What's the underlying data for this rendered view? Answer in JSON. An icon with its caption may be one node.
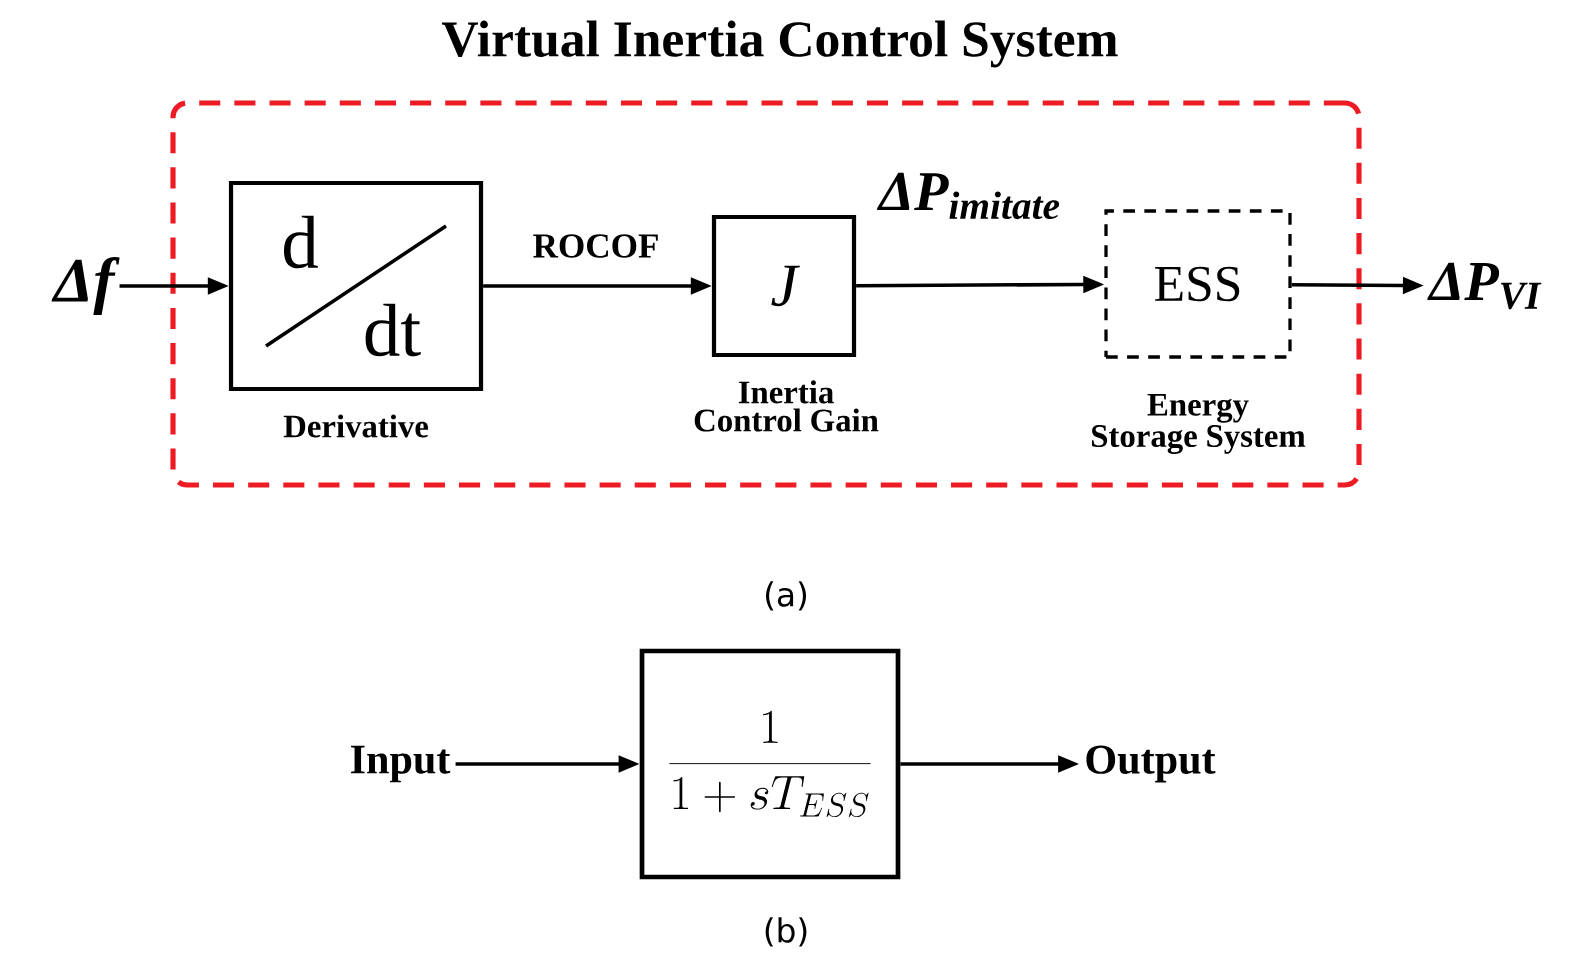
{
  "diagram": {
    "nodes": [
      {
        "text": [
          "Virtual Inertia Control System"
        ]
      },
      {
        "text": [
          "Δf"
        ]
      },
      {
        "text": [
          "d",
          "dt"
        ],
        "beside": [
          "Derivative"
        ],
        "in": 0
      },
      {
        "text": [
          "J"
        ],
        "beside": [
          "Inertia Control Gain"
        ],
        "in": 0
      },
      {
        "text": [
          "ESS"
        ],
        "beside": [
          "Energy Storage System"
        ],
        "in": 0
      },
      {
        "text": [
          "ΔP$_{VI}$"
        ]
      },
      {
        "text": [
          "Input"
        ]
      },
      {
        "text": [
          "\\frac{1}{1+sT_{ESS}}"
        ]
      },
      {
        "text": [
          "Output"
        ]
      }
    ],
    "edges": [
      {
        "from": 1,
        "to": 2,
        "arrow": "to"
      },
      {
        "from": 2,
        "to": 3,
        "arrow": "to",
        "label": "ROCOF"
      },
      {
        "from": 3,
        "to": 4,
        "arrow": "to",
        "label": "ΔP$_{imitate}$"
      },
      {
        "from": 4,
        "to": 5,
        "arrow": "to"
      },
      {
        "from": 6,
        "to": 7,
        "arrow": "to"
      },
      {
        "from": 7,
        "to": 8,
        "arrow": "to"
      }
    ],
    "labels": [
      "(a)",
      "(b)"
    ]
  }
}
